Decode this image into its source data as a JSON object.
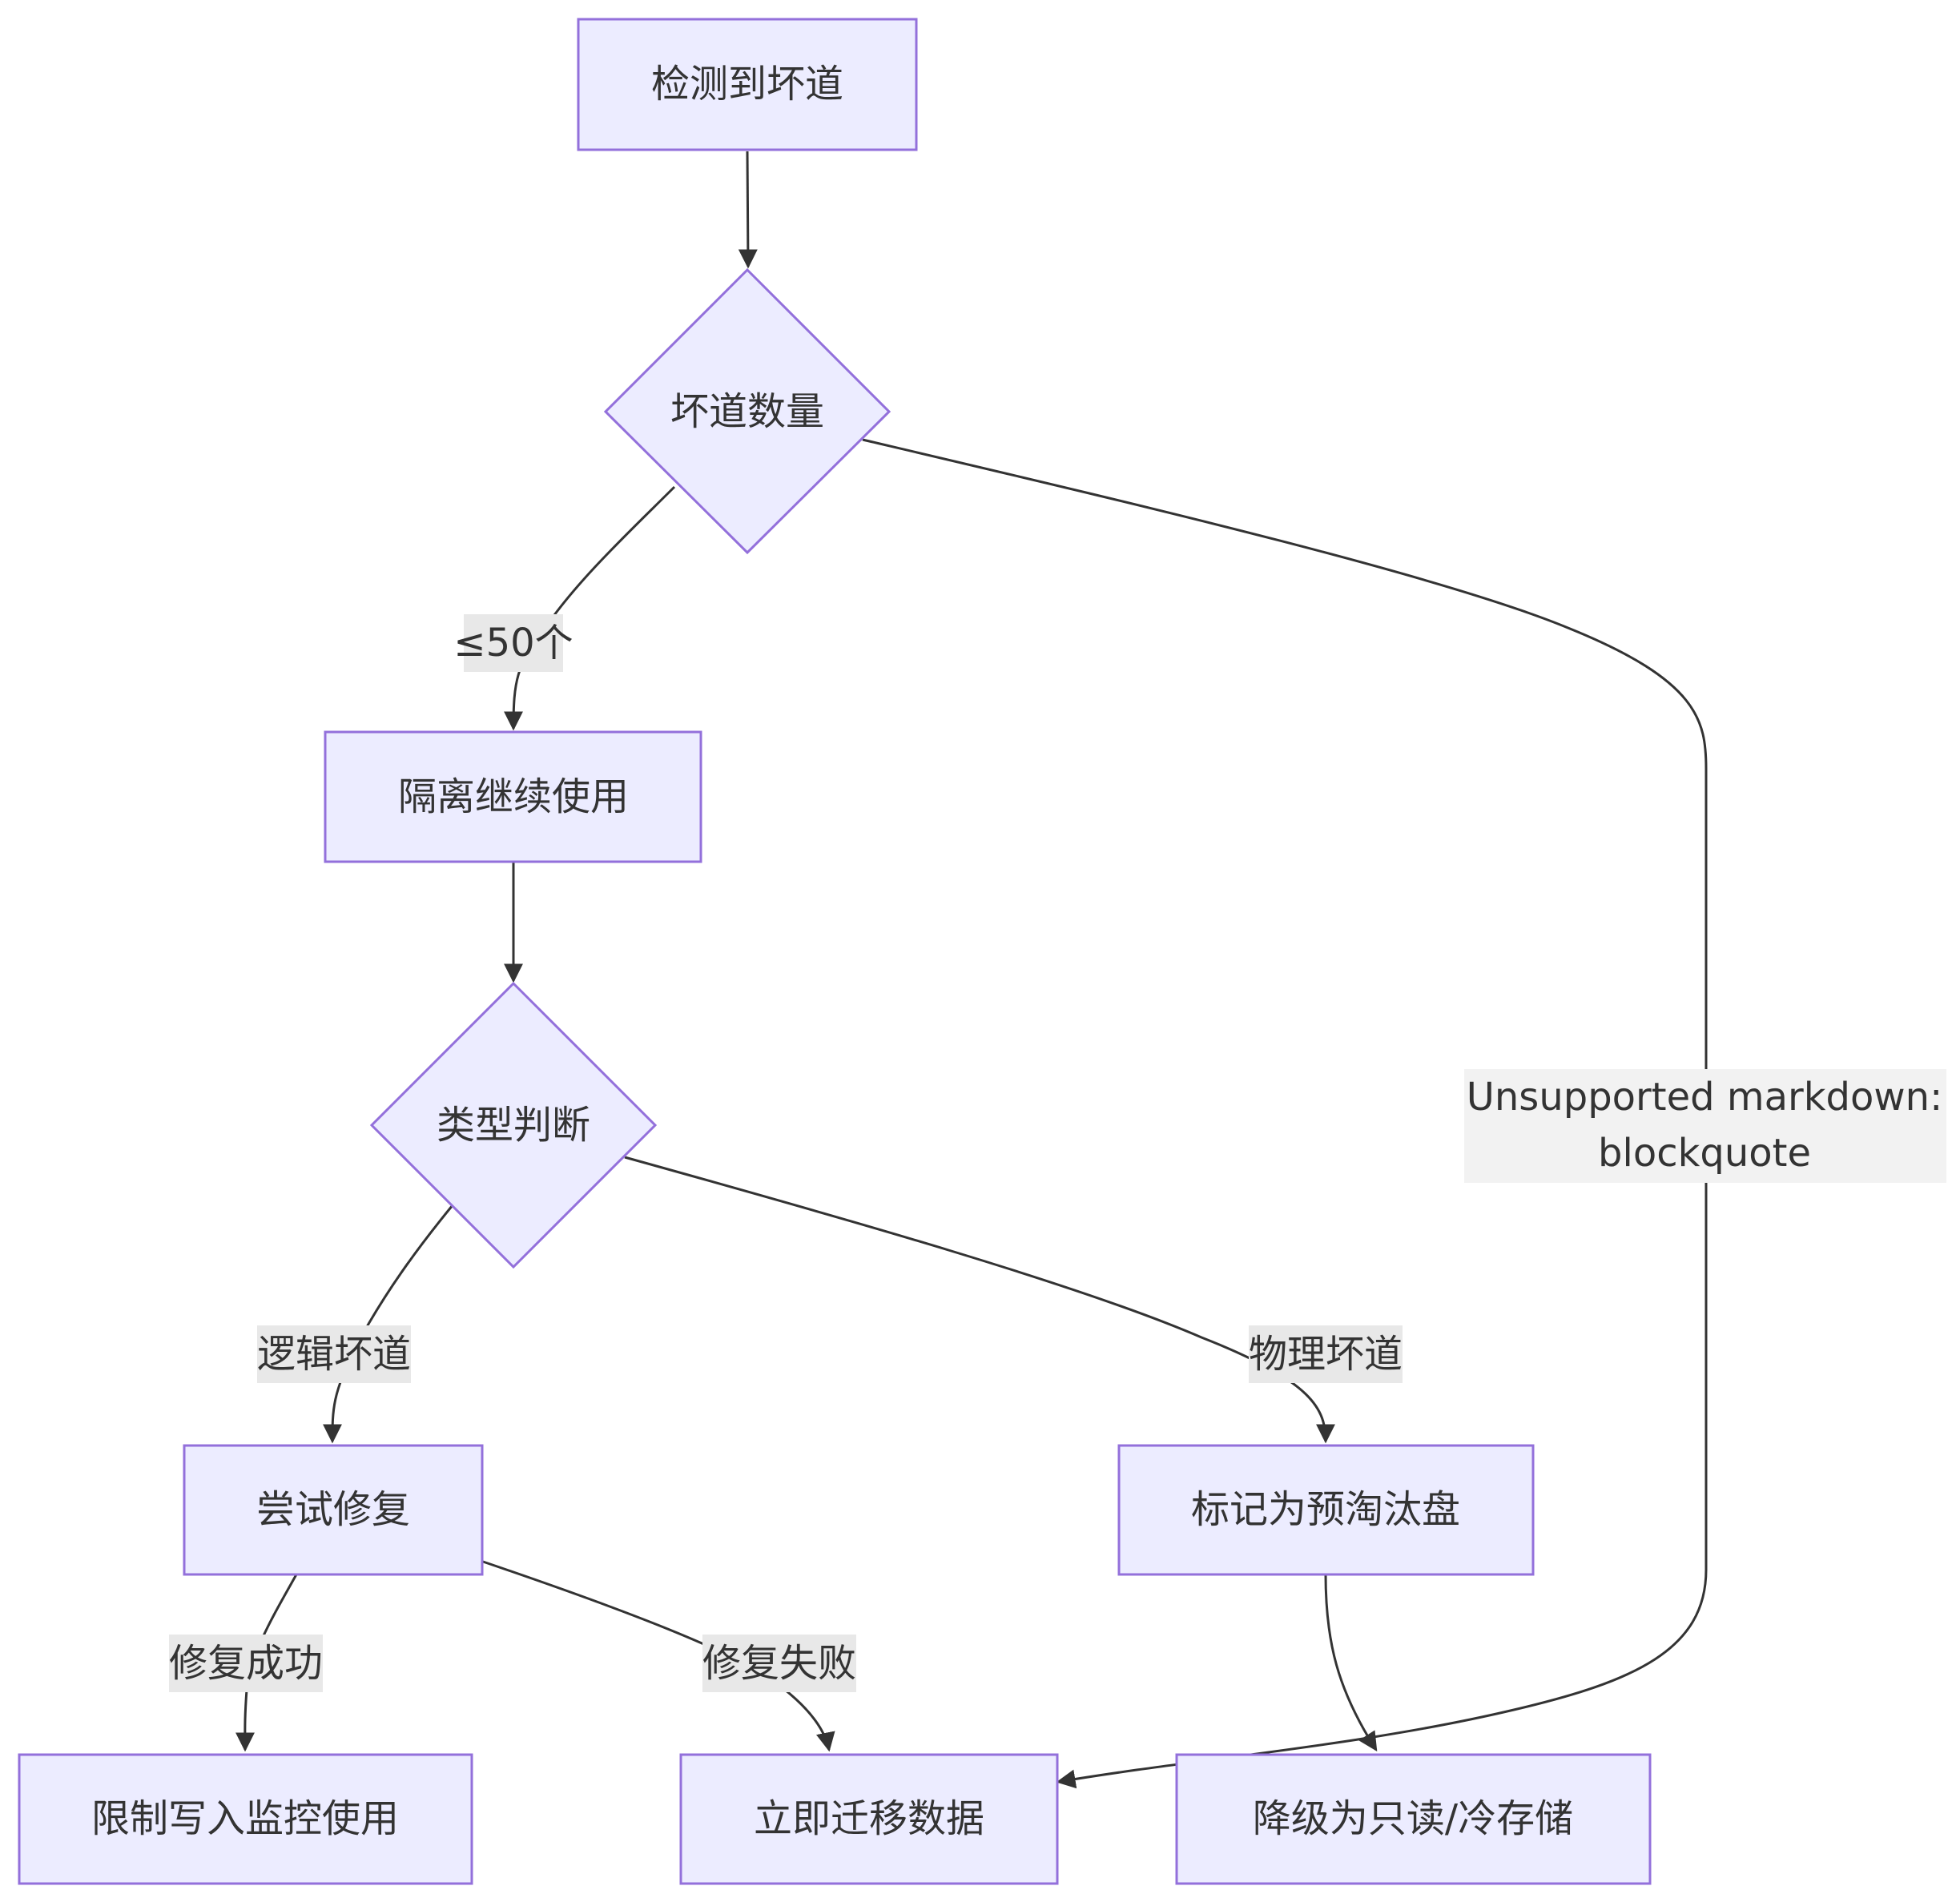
{
  "nodes": {
    "detect": "检测到坏道",
    "count": "坏道数量",
    "isolate": "隔离继续使用",
    "type": "类型判断",
    "repair": "尝试修复",
    "mark": "标记为预淘汰盘",
    "limit": "限制写入监控使用",
    "migrate": "立即迁移数据",
    "downgrade": "降级为只读/冷存储"
  },
  "edges": {
    "le50": "≤50个",
    "logical": "逻辑坏道",
    "physical": "物理坏道",
    "repair_ok": "修复成功",
    "repair_fail": "修复失败",
    "note_line1": "Unsupported markdown:",
    "note_line2": "blockquote"
  },
  "colors": {
    "node_fill": "#ECECFF",
    "node_stroke": "#9370DB",
    "edge": "#333333",
    "label_bg": "#e8e8e8"
  }
}
